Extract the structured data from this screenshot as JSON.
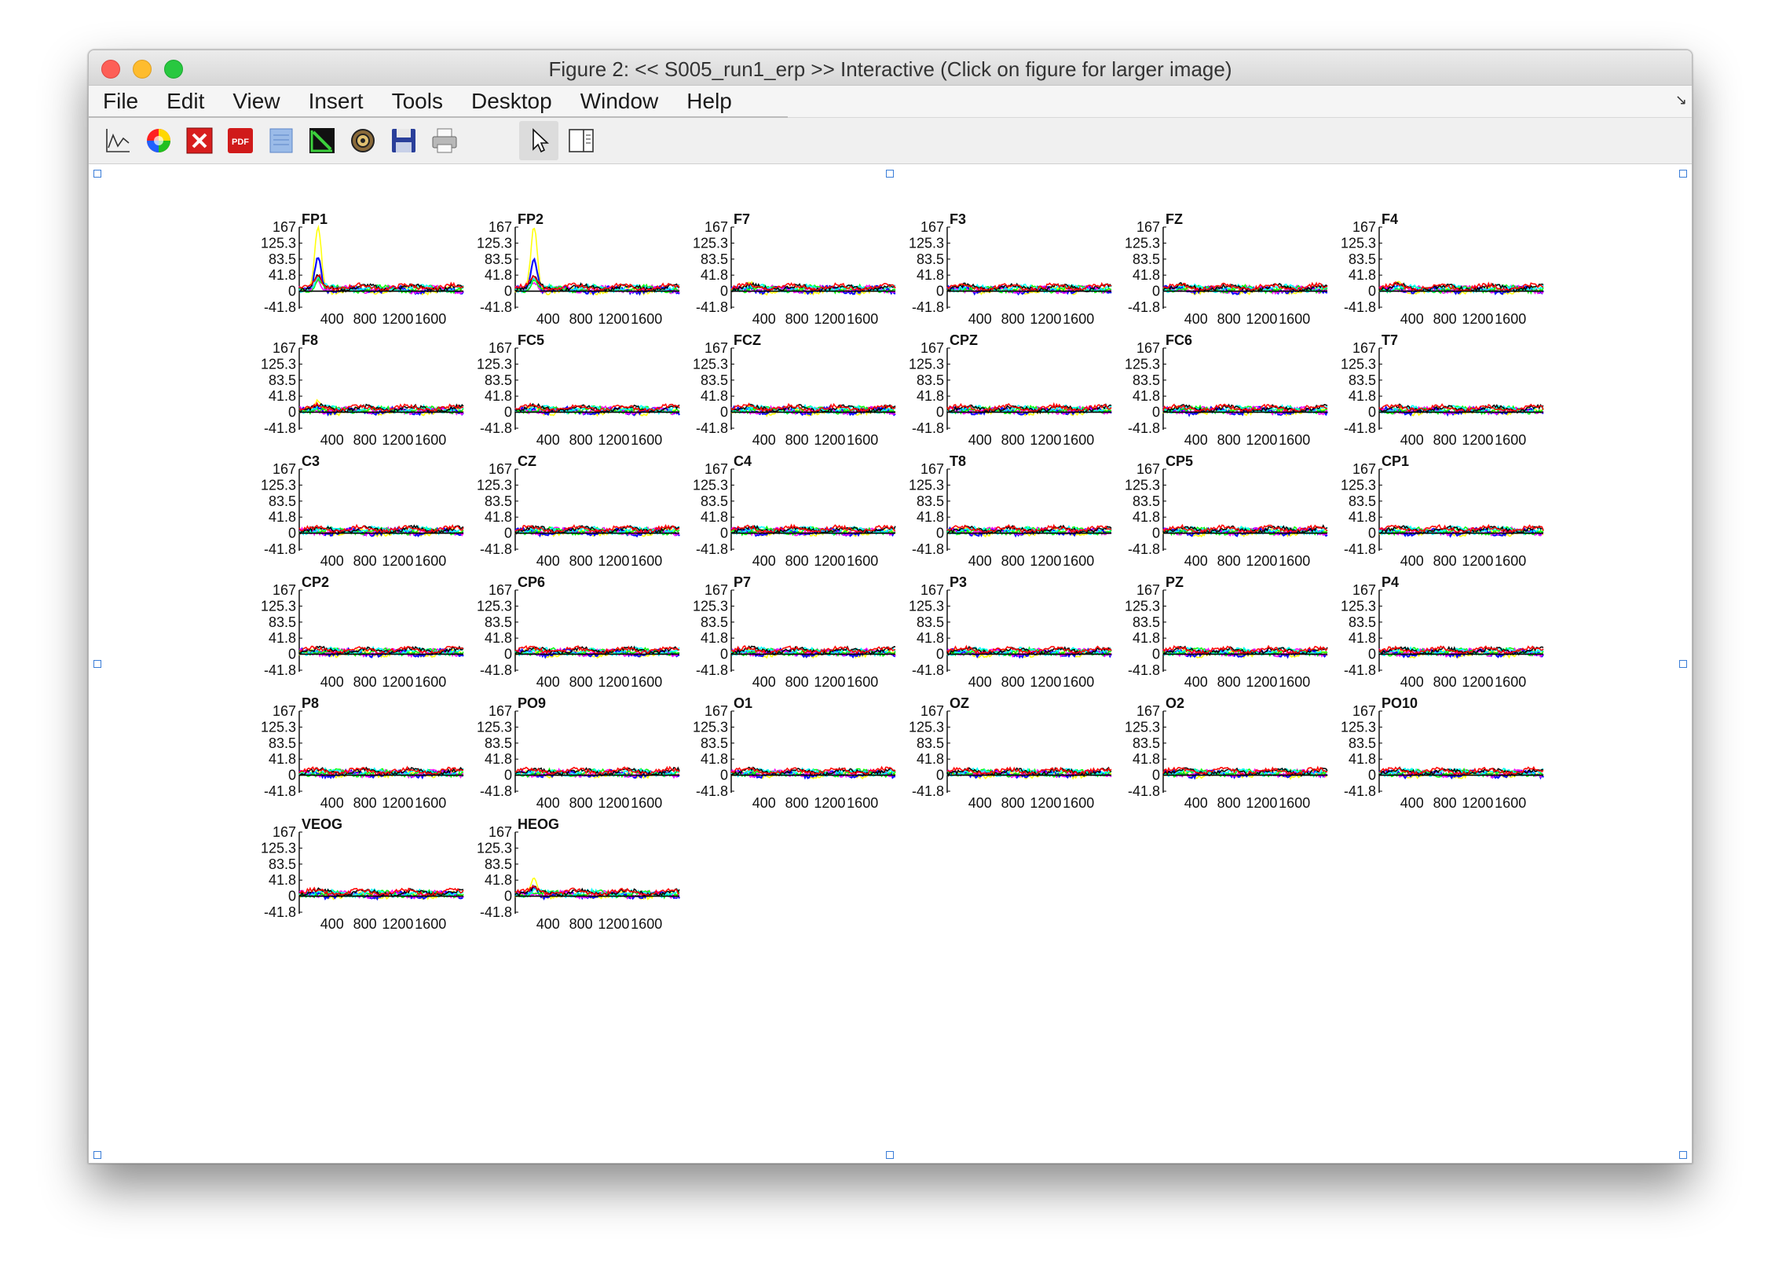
{
  "window": {
    "title": "Figure 2: << S005_run1_erp >>  Interactive (Click on figure for larger image)"
  },
  "menu": [
    "File",
    "Edit",
    "View",
    "Insert",
    "Tools",
    "Desktop",
    "Window",
    "Help"
  ],
  "toolbar": {
    "buttons": [
      "plot-icon",
      "color-wheel-icon",
      "close-red-icon",
      "pdf-icon",
      "document-icon",
      "axes-icon",
      "target-icon",
      "save-icon",
      "print-icon",
      "pointer-icon",
      "panel-icon"
    ]
  },
  "chart_data": {
    "type": "line",
    "yticks": [
      167,
      125.3,
      83.5,
      41.8,
      0,
      -41.8
    ],
    "yticks_display": [
      "167",
      "125.3",
      "83.5",
      "41.8",
      "0",
      "-41.8"
    ],
    "ylim": [
      -41.8,
      167
    ],
    "xticks": [
      400,
      800,
      1200,
      1600
    ],
    "xticks_display": [
      "400",
      "800",
      "1200",
      "1600"
    ],
    "xlim": [
      0,
      2000
    ],
    "series_colors": [
      "#ffff00",
      "#0000ff",
      "#ff00ff",
      "#00ff00",
      "#00ffff",
      "#000000",
      "#ff0000"
    ],
    "channels": [
      {
        "name": "FP1",
        "peaks": [
          165,
          90
        ]
      },
      {
        "name": "FP2",
        "peaks": [
          160,
          85
        ]
      },
      {
        "name": "F7",
        "peaks": [
          18,
          10
        ]
      },
      {
        "name": "F3",
        "peaks": [
          15,
          10
        ]
      },
      {
        "name": "FZ",
        "peaks": [
          16,
          10
        ]
      },
      {
        "name": "F4",
        "peaks": [
          22,
          14
        ]
      },
      {
        "name": "F8",
        "peaks": [
          28,
          14
        ]
      },
      {
        "name": "FC5",
        "peaks": [
          10,
          8
        ]
      },
      {
        "name": "FCZ",
        "peaks": [
          8,
          6
        ]
      },
      {
        "name": "CPZ",
        "peaks": [
          6,
          5
        ]
      },
      {
        "name": "FC6",
        "peaks": [
          7,
          5
        ]
      },
      {
        "name": "T7",
        "peaks": [
          5,
          4
        ]
      },
      {
        "name": "C3",
        "peaks": [
          5,
          4
        ]
      },
      {
        "name": "CZ",
        "peaks": [
          5,
          4
        ]
      },
      {
        "name": "C4",
        "peaks": [
          5,
          4
        ]
      },
      {
        "name": "T8",
        "peaks": [
          5,
          4
        ]
      },
      {
        "name": "CP5",
        "peaks": [
          5,
          4
        ]
      },
      {
        "name": "CP1",
        "peaks": [
          5,
          4
        ]
      },
      {
        "name": "CP2",
        "peaks": [
          5,
          4
        ]
      },
      {
        "name": "CP6",
        "peaks": [
          5,
          4
        ]
      },
      {
        "name": "P7",
        "peaks": [
          5,
          4
        ]
      },
      {
        "name": "P3",
        "peaks": [
          5,
          4
        ]
      },
      {
        "name": "PZ",
        "peaks": [
          5,
          4
        ]
      },
      {
        "name": "P4",
        "peaks": [
          5,
          4
        ]
      },
      {
        "name": "P8",
        "peaks": [
          5,
          4
        ]
      },
      {
        "name": "PO9",
        "peaks": [
          5,
          4
        ]
      },
      {
        "name": "O1",
        "peaks": [
          5,
          4
        ]
      },
      {
        "name": "OZ",
        "peaks": [
          5,
          4
        ]
      },
      {
        "name": "O2",
        "peaks": [
          5,
          4
        ]
      },
      {
        "name": "PO10",
        "peaks": [
          5,
          4
        ]
      },
      {
        "name": "VEOG",
        "peaks": [
          6,
          5
        ]
      },
      {
        "name": "HEOG",
        "peaks": [
          40,
          22
        ]
      }
    ]
  }
}
